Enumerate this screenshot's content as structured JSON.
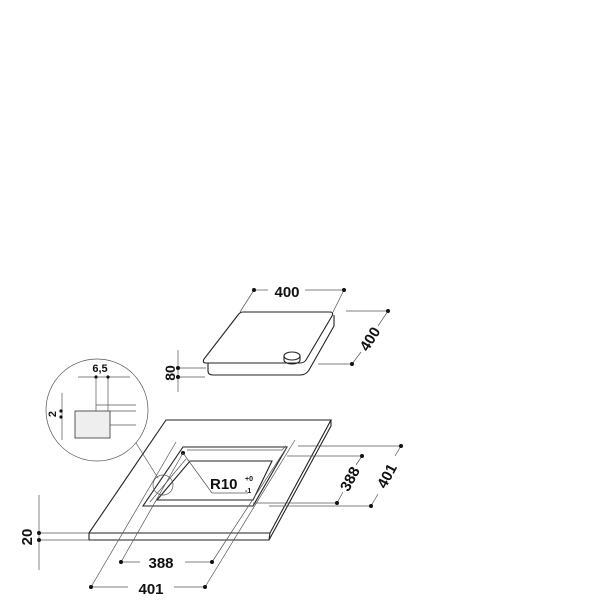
{
  "hob": {
    "width_label": "400",
    "depth_label": "400",
    "height_label": "80"
  },
  "detail": {
    "offset_label": "6,5",
    "step_label": "2"
  },
  "cutout": {
    "radius_label": "R10",
    "radius_tol_upper": "+0",
    "radius_tol_lower": "-1",
    "inner_width_label": "388",
    "outer_width_label": "401",
    "inner_depth_label": "388",
    "outer_depth_label": "401",
    "worktop_thickness_label": "20"
  },
  "colors": {
    "line": "#222222",
    "dim": "#555555",
    "fill": "#ffffff"
  }
}
